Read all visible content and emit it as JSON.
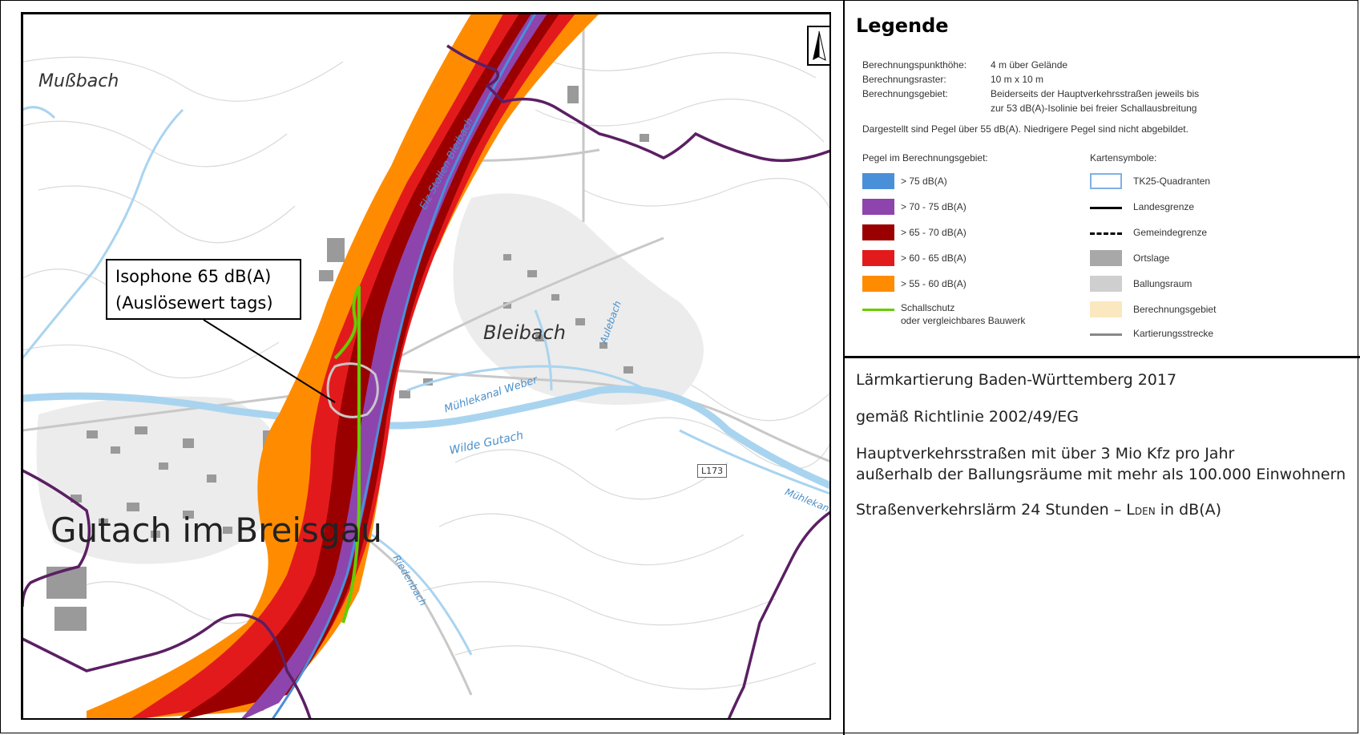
{
  "legend": {
    "title": "Legende",
    "meta": [
      {
        "label": "Berechnungspunkthöhe:",
        "value": "4 m über Gelände"
      },
      {
        "label": "Berechnungsraster:",
        "value": "10 m x 10 m"
      },
      {
        "label": "Berechnungsgebiet:",
        "value": "Beiderseits der Hauptverkehrsstraßen jeweils bis"
      },
      {
        "label": "",
        "value": "zur 53 dB(A)-Isolinie bei freier Schallausbreitung"
      }
    ],
    "note": "Dargestellt sind Pegel über 55 dB(A). Niedrigere Pegel sind nicht abgebildet.",
    "levels_header": "Pegel im Berechnungsgebiet:",
    "levels": [
      {
        "label": "> 75 dB(A)",
        "color": "#4a90d9"
      },
      {
        "label": "> 70 - 75 dB(A)",
        "color": "#8e44ad"
      },
      {
        "label": "> 65 - 70 dB(A)",
        "color": "#9b0000"
      },
      {
        "label": "> 60 - 65 dB(A)",
        "color": "#e31a1c"
      },
      {
        "label": "> 55 - 60 dB(A)",
        "color": "#ff8c00"
      }
    ],
    "barrier_label_1": "Schallschutz",
    "barrier_label_2": "oder vergleichbares Bauwerk",
    "barrier_color": "#66cc00",
    "symbols_header": "Kartensymbole:",
    "symbols": [
      {
        "label": "TK25-Quadranten",
        "kind": "box-outline",
        "color": "#7fb0e8"
      },
      {
        "label": "Landesgrenze",
        "kind": "line-solid",
        "color": "#000000"
      },
      {
        "label": "Gemeindegrenze",
        "kind": "line-dash",
        "color": "#000000"
      },
      {
        "label": "Ortslage",
        "kind": "box-fill",
        "color": "#a8a8a8"
      },
      {
        "label": "Ballungsraum",
        "kind": "box-fill",
        "color": "#cfcfcf"
      },
      {
        "label": "Berechnungsgebiet",
        "kind": "box-fill",
        "color": "#fbe7c0"
      },
      {
        "label": "Kartierungsstrecke",
        "kind": "line-gray",
        "color": "#888888"
      }
    ]
  },
  "info": {
    "line1": "Lärmkartierung Baden-Württemberg 2017",
    "line2": "gemäß Richtlinie 2002/49/EG",
    "line3": "Hauptverkehrsstraßen mit über 3 Mio Kfz pro Jahr",
    "line4": "außerhalb der Ballungsräume mit mehr als 100.000 Einwohnern",
    "line5_pre": "Straßenverkehrslärm 24 Stunden – L",
    "line5_sub": "DEN",
    "line5_post": " in dB(A)"
  },
  "map": {
    "callout_line1": "Isophone 65 dB(A)",
    "callout_line2": "(Auslösewert tags)",
    "town_main": "Gutach im Breisgau",
    "town_bleibach": "Bleibach",
    "town_mussbach": "Mußbach",
    "river_wilde_gutach": "Wilde Gutach",
    "river_elz": "Elz Stollen Bleibach",
    "canal": "Mühlekanal Weber",
    "stream_aulebach": "Aulebach",
    "stream_riedenbach": "Riedenbach",
    "stream_muhlekanal_right": "Mühlekan",
    "road_label": "L173",
    "colors": {
      "water": "#a9d4ef",
      "municipal_border": "#5b1f63",
      "road": "#c8c8c8",
      "building": "#9a9a9a"
    }
  }
}
